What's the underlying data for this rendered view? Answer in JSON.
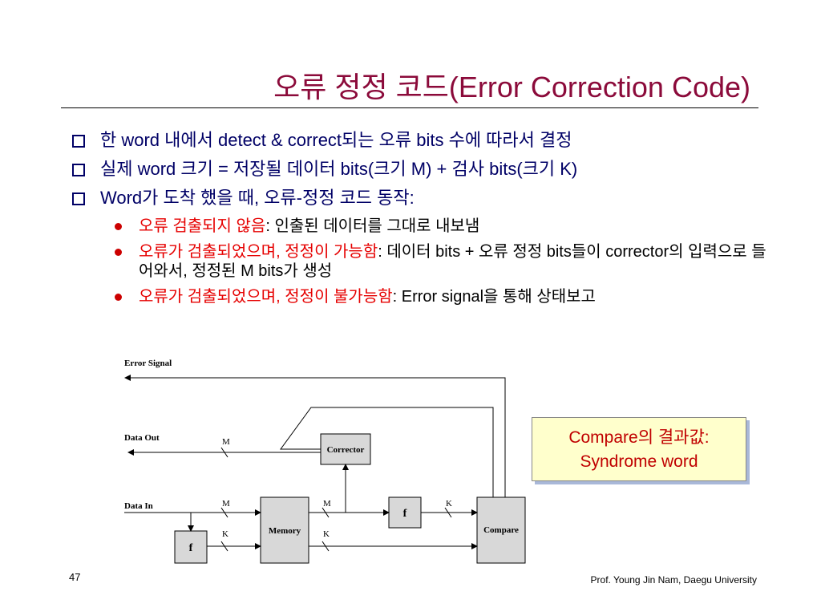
{
  "title": "오류 정정 코드(Error Correction Code)",
  "bullets": [
    "한 word 내에서 detect & correct되는 오류 bits 수에 따라서 결정",
    "실제 word 크기 = 저장될 데이터 bits(크기 M) + 검사 bits(크기 K)",
    "Word가 도착 했을 때, 오류-정정 코드 동작:"
  ],
  "sub_bullets": [
    {
      "red": "오류 검출되지 않음",
      "rest": ": 인출된 데이터를 그대로 내보냄"
    },
    {
      "red": "오류가 검출되었으며, 정정이 가능함",
      "rest": ": 데이터 bits + 오류 정정 bits들이 corrector의 입력으로 들어와서, 정정된 M bits가 생성"
    },
    {
      "red": "오류가 검출되었으며, 정정이 불가능함",
      "rest": ": Error signal을 통해 상태보고"
    }
  ],
  "diagram": {
    "error_signal": "Error Signal",
    "data_out": "Data Out",
    "data_in": "Data In",
    "corrector": "Corrector",
    "memory": "Memory",
    "compare": "Compare",
    "f": "f",
    "m": "M",
    "k": "K"
  },
  "callout": {
    "line1": "Compare의 결과값:",
    "line2": "Syndrome word"
  },
  "page_number": "47",
  "footer": "Prof. Young Jin Nam, Daegu University",
  "colors": {
    "title": "#8b0a3a",
    "bullet": "#000066",
    "highlight": "#e60000",
    "callout_bg": "#ffffcc"
  }
}
